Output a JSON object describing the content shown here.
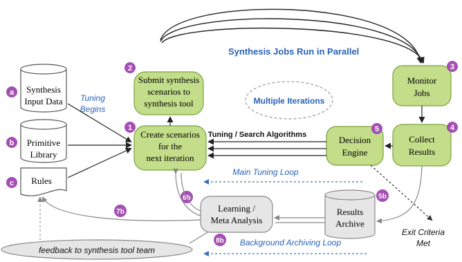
{
  "colors": {
    "green": "#c3dd8a",
    "green_stroke": "#7aa23c",
    "gray": "#e6e6e6",
    "badge": "#a44fb3",
    "blue_text": "#2a62b8",
    "arrow": "#222222"
  },
  "header": {
    "parallel_label": "Synthesis Jobs Run in Parallel"
  },
  "inputs": {
    "synthesis": {
      "badge": "a",
      "line1": "Synthesis",
      "line2": "Input Data"
    },
    "primitive": {
      "badge": "b",
      "line1": "Primitive",
      "line2": "Library"
    },
    "rules": {
      "badge": "c",
      "label": "Rules"
    }
  },
  "tuning_begins": {
    "line1": "Tuning",
    "line2": "Begins"
  },
  "nodes": {
    "submit": {
      "badge": "2",
      "line1": "Submit synthesis",
      "line2": "scenarios to",
      "line3": "synthesis tool"
    },
    "create": {
      "badge": "1",
      "line1": "Create scenarios",
      "line2": "for the",
      "line3": "next iteration"
    },
    "monitor": {
      "badge": "3",
      "line1": "Monitor",
      "line2": "Jobs"
    },
    "collect": {
      "badge": "4",
      "line1": "Collect",
      "line2": "Results"
    },
    "decision": {
      "badge": "5",
      "line1": "Decision",
      "line2": "Engine"
    },
    "learning": {
      "badge": "6b",
      "line1": "Learning /",
      "line2": "Meta Analysis"
    },
    "archive": {
      "badge": "5b",
      "line1": "Results",
      "line2": "Archive"
    },
    "feedback": {
      "badge": "8b",
      "label": "feedback to synthesis tool team"
    }
  },
  "badge_7b": "7b",
  "multiple_iterations": "Multiple Iterations",
  "tuning_search": "Tuning / Search Algorithms",
  "main_loop": "Main Tuning Loop",
  "background_loop": "Background Archiving Loop",
  "exit_criteria": {
    "line1": "Exit Criteria",
    "line2": "Met"
  }
}
